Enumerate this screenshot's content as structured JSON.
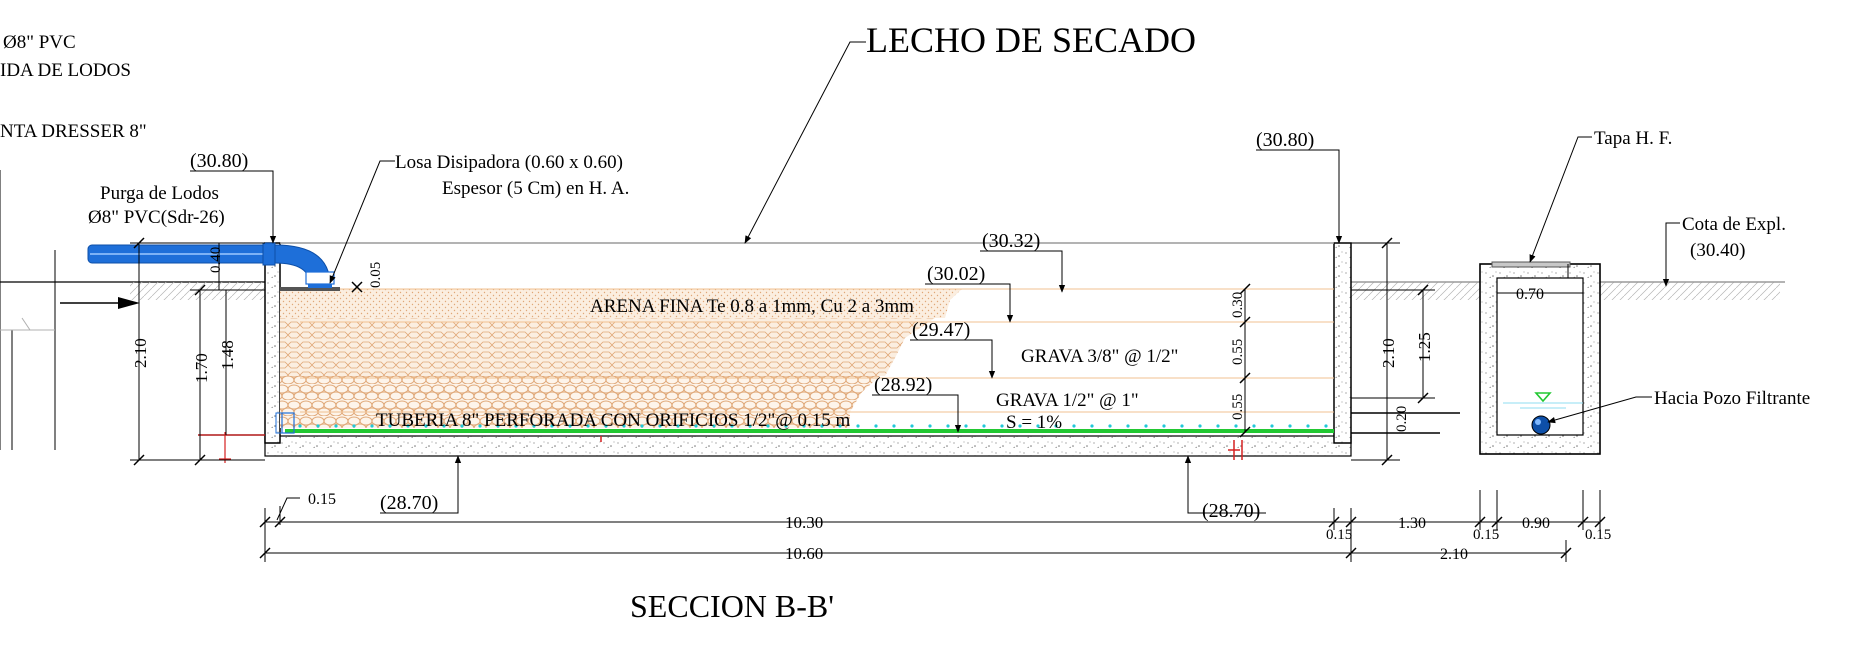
{
  "title": "LECHO DE SECADO",
  "section_title": "SECCION B-B'",
  "left_notes": {
    "pipe_pvc": "Ø8\" PVC",
    "sludge_out": "IDA DE LODOS",
    "dresser": "NTA DRESSER 8\""
  },
  "purge": {
    "line1": "Purga de Lodos",
    "line2": "Ø8\" PVC(Sdr-26)"
  },
  "slab": {
    "line1": "Losa Disipadora (0.60 x 0.60)",
    "line2": "Espesor (5 Cm) en H. A."
  },
  "elevations": {
    "left_top": "(30.80)",
    "right_top": "(30.80)",
    "e3032": "(30.32)",
    "e3002": "(30.02)",
    "e2947": "(29.47)",
    "e2892": "(28.92)",
    "bottom_left": "(28.70)",
    "bottom_right": "(28.70)"
  },
  "layers": {
    "sand": "ARENA FINA Te 0.8 a 1mm, Cu 2 a 3mm",
    "gravel_fine": "GRAVA 3/8\" @ 1/2\"",
    "gravel_coarse": "GRAVA 1/2\" @ 1\"",
    "pipe": "TUBERIA 8\" PERFORADA CON ORIFICIOS 1/2\"@ 0.15 m",
    "slope": "S = 1%"
  },
  "manhole": {
    "cover": "Tapa H. F.",
    "ground_label": "Cota de Expl.",
    "ground_elev": "(30.40)",
    "outlet": "Hacia Pozo Filtrante"
  },
  "dims": {
    "d040": "0.40",
    "d005": "0.05",
    "d210_left": "2.10",
    "d170": "1.70",
    "d148": "1.48",
    "d030": "0.30",
    "d055a": "0.55",
    "d055b": "0.55",
    "d020": "0.20",
    "d210_right": "2.10",
    "d125": "1.25",
    "d070": "0.70",
    "d015_left": "0.15",
    "d1030": "10.30",
    "d015_mid": "0.15",
    "d130": "1.30",
    "d015_mh": "0.15",
    "d090": "0.90",
    "d015_end": "0.15",
    "d1060": "10.60",
    "d210_bottom": "2.10"
  },
  "colors": {
    "pipe_blue": "#1e6fd9",
    "sand_fill": "#f6e0c8",
    "gravel_stroke": "#e0a878",
    "drain_green": "#22c832",
    "dots_cyan": "#21c8d8",
    "marker_red": "#d42020",
    "ground_gray": "#9a9a9a"
  },
  "icons": {
    "flow_arrow": "arrow-right-icon",
    "water_level": "water-level-triangle-icon"
  }
}
